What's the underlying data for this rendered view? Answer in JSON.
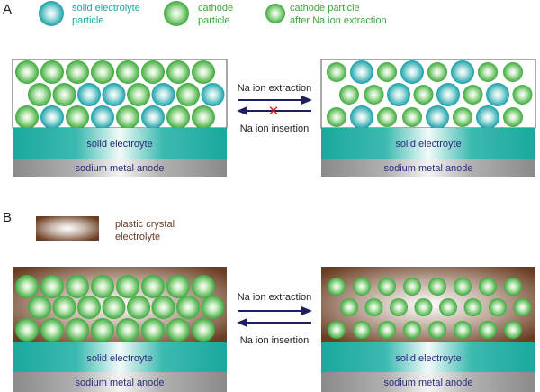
{
  "panels": [
    {
      "letter": "A"
    },
    {
      "letter": "B"
    }
  ],
  "legend_a": {
    "solid_electrolyte_particle": [
      "solid electrolyte",
      "particle"
    ],
    "cathode_particle": [
      "cathode",
      "particle"
    ],
    "cathode_after_extraction": [
      "cathode particle",
      "after Na ion extraction"
    ]
  },
  "legend_b": {
    "plastic_crystal_electrolyte": [
      "plastic crystal",
      "electrolyte"
    ]
  },
  "layers": {
    "solid_electrolyte": "solid electroyte",
    "anode": "sodium metal anode"
  },
  "arrows": {
    "extraction": "Na ion extraction",
    "insertion": "Na ion insertion",
    "blocked_mark": "✕"
  },
  "colors": {
    "teal": "#1aa89d",
    "green_label": "#3aa63a",
    "teal_label": "#1aa89d",
    "brown_label": "#6a3d22",
    "layer_text": "#2b2b7a",
    "arrow": "#1f1f5e",
    "red_x": "#e02020"
  }
}
